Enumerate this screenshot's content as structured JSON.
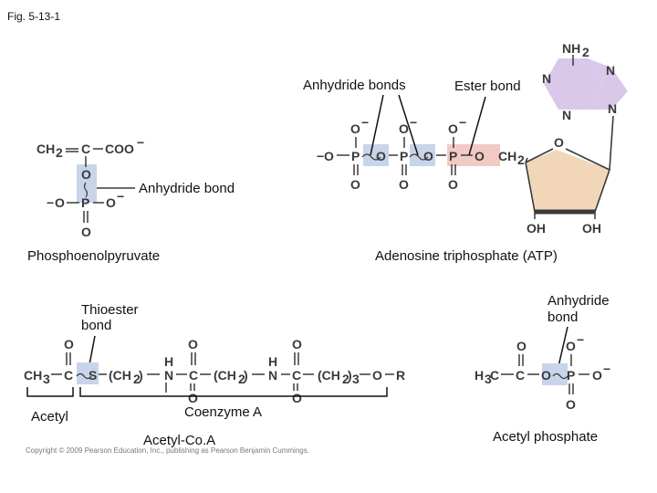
{
  "figure": {
    "label": "Fig. 5-13-1"
  },
  "labels": {
    "anhydride_bonds": "Anhydride bonds",
    "ester_bond": "Ester bond",
    "anhydride_bond_pep": "Anhydride bond",
    "pep_name": "Phosphoenolpyruvate",
    "atp_name": "Adenosine triphosphate (ATP)",
    "thioester_line1": "Thioester",
    "thioester_line2": "bond",
    "anhydride_bond_ap_line1": "Anhydride",
    "anhydride_bond_ap_line2": "bond",
    "acetyl": "Acetyl",
    "coenzyme_a": "Coenzyme A",
    "acetyl_coa": "Acetyl-Co.A",
    "acetyl_phosphate": "Acetyl phosphate",
    "copyright": "Copyright © 2009 Pearson Education, Inc., publishing as Pearson Benjamin Cummings."
  },
  "colors": {
    "phosphate_highlight": "#c8d4ea",
    "ester_highlight": "#f3c9c4",
    "adenine_fill": "#d9c8ea",
    "ribose_fill": "#f2d6b9"
  }
}
